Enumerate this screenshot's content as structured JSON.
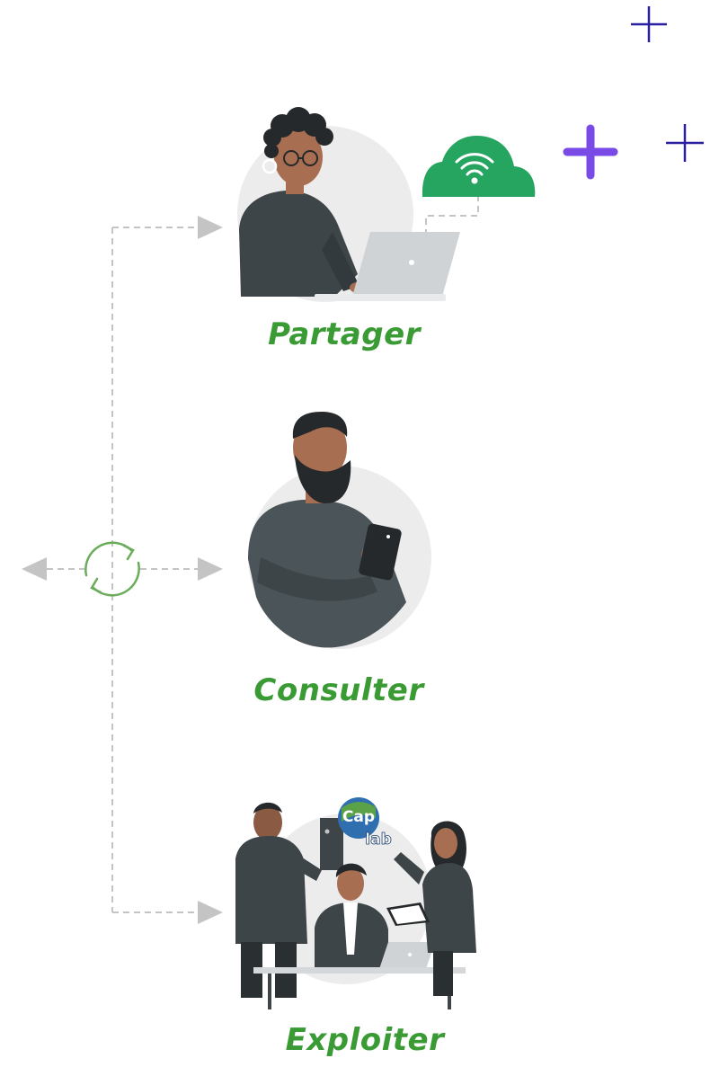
{
  "colors": {
    "label_green": "#3a9b35",
    "connector_gray": "#c4c4c4",
    "refresh_green": "#6aac5a",
    "cloud_green": "#25a55f",
    "plus_purple": "#7a4ae6",
    "plus_navy": "#2a1fa0",
    "circle_gray": "#ececec",
    "dark_figure": "#3d4548",
    "skin": "#a86e52",
    "laptop": "#cfd3d6"
  },
  "steps": {
    "partager": {
      "label": "Partager"
    },
    "consulter": {
      "label": "Consulter"
    },
    "exploiter": {
      "label": "Exploiter"
    }
  },
  "logo": {
    "text_top": "Cap",
    "text_bottom": "lab"
  },
  "icons": {
    "cloud": "wifi-cloud-icon",
    "refresh": "refresh-cycle-icon",
    "plus": "plus-icon"
  }
}
